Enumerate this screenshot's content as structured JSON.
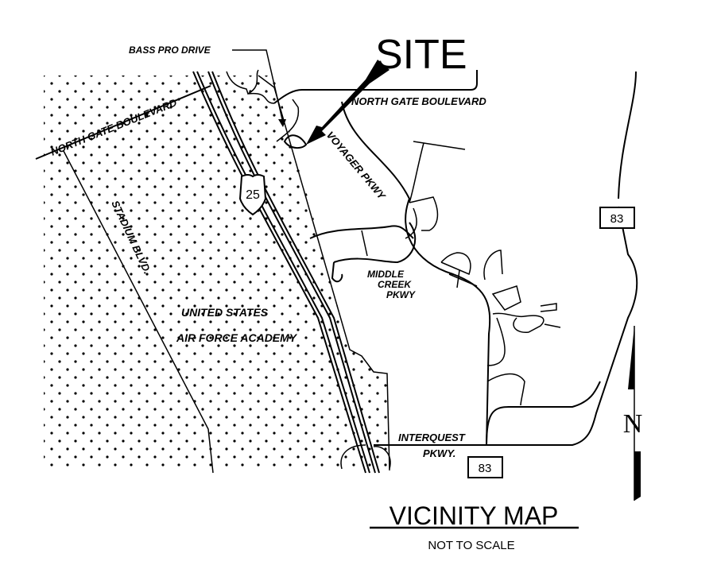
{
  "map": {
    "site_label": "SITE",
    "labels": {
      "bass_pro": "BASS PRO DRIVE",
      "north_gate_west": "NORTH GATE BOULEVARD",
      "north_gate_east": "NORTH GATE BOULEVARD",
      "voyager": "VOYAGER PKWY",
      "stadium": "STADIUM BLVD.",
      "academy_1": "UNITED STATES",
      "academy_2": "AIR FORCE ACADEMY",
      "middle_1": "MIDDLE",
      "middle_2": "CREEK",
      "middle_3": "PKWY",
      "interquest_1": "INTERQUEST",
      "interquest_2": "PKWY."
    },
    "shields": {
      "interstate": "25",
      "route_north": "83",
      "route_south": "83"
    },
    "north_arrow": "N",
    "title": "VICINITY MAP",
    "subtitle": "NOT TO SCALE"
  }
}
